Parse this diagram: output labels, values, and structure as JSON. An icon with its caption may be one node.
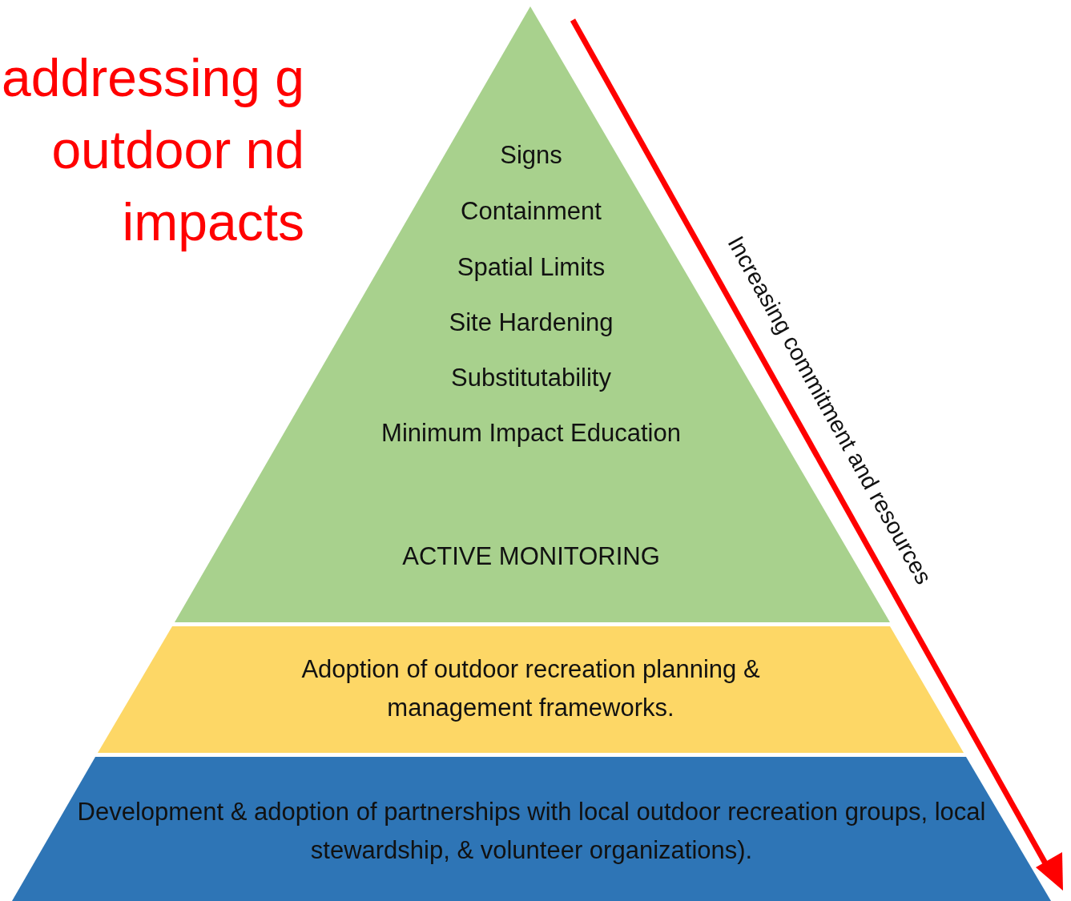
{
  "diagram": {
    "title": "addressing g outdoor nd impacts",
    "nodes": [
      {
        "text": [
          "Signs",
          "Containment",
          "Spatial Limits",
          "Site Hardening",
          "Substitutability",
          "Minimum Impact Education",
          "ACTIVE MONITORING"
        ]
      },
      {
        "text": [
          "Adoption of outdoor recreation planning & management frameworks."
        ]
      },
      {
        "text": [
          "Development & adoption of partnerships with local outdoor recreation groups, local stewardship, & volunteer organizations)."
        ]
      }
    ],
    "labels": [
      "Increasing commitment and resources"
    ]
  }
}
